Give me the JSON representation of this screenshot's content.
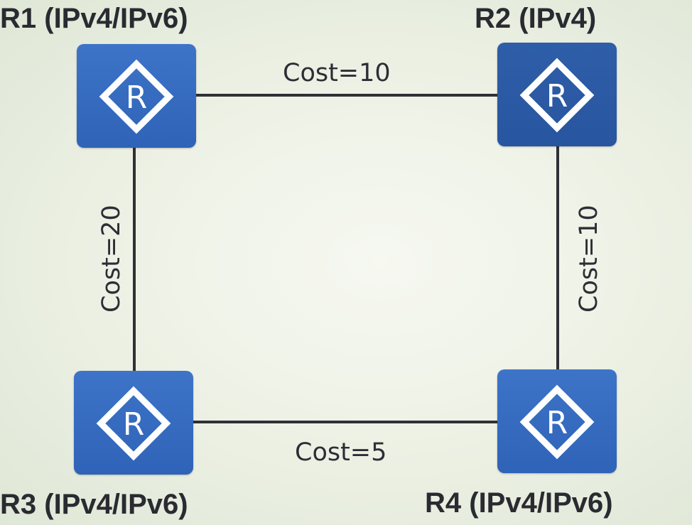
{
  "diagram": {
    "nodes": [
      {
        "id": "r1",
        "label": "R1 (IPv4/IPv6)",
        "icon_letter": "R",
        "icon": "router-icon"
      },
      {
        "id": "r2",
        "label": "R2 (IPv4)",
        "icon_letter": "R",
        "icon": "router-icon"
      },
      {
        "id": "r3",
        "label": "R3 (IPv4/IPv6)",
        "icon_letter": "R",
        "icon": "router-icon"
      },
      {
        "id": "r4",
        "label": "R4 (IPv4/IPv6)",
        "icon_letter": "R",
        "icon": "router-icon"
      }
    ],
    "links": [
      {
        "from": "r1",
        "to": "r2",
        "label": "Cost=10"
      },
      {
        "from": "r2",
        "to": "r4",
        "label": "Cost=10"
      },
      {
        "from": "r1",
        "to": "r3",
        "label": "Cost=20"
      },
      {
        "from": "r3",
        "to": "r4",
        "label": "Cost=5"
      }
    ],
    "colors": {
      "router_fill": "#2f63b8",
      "router_fill_dark": "#28559f",
      "router_symbol": "#ffffff",
      "link": "#2f3136",
      "text": "#2a2b31"
    }
  }
}
